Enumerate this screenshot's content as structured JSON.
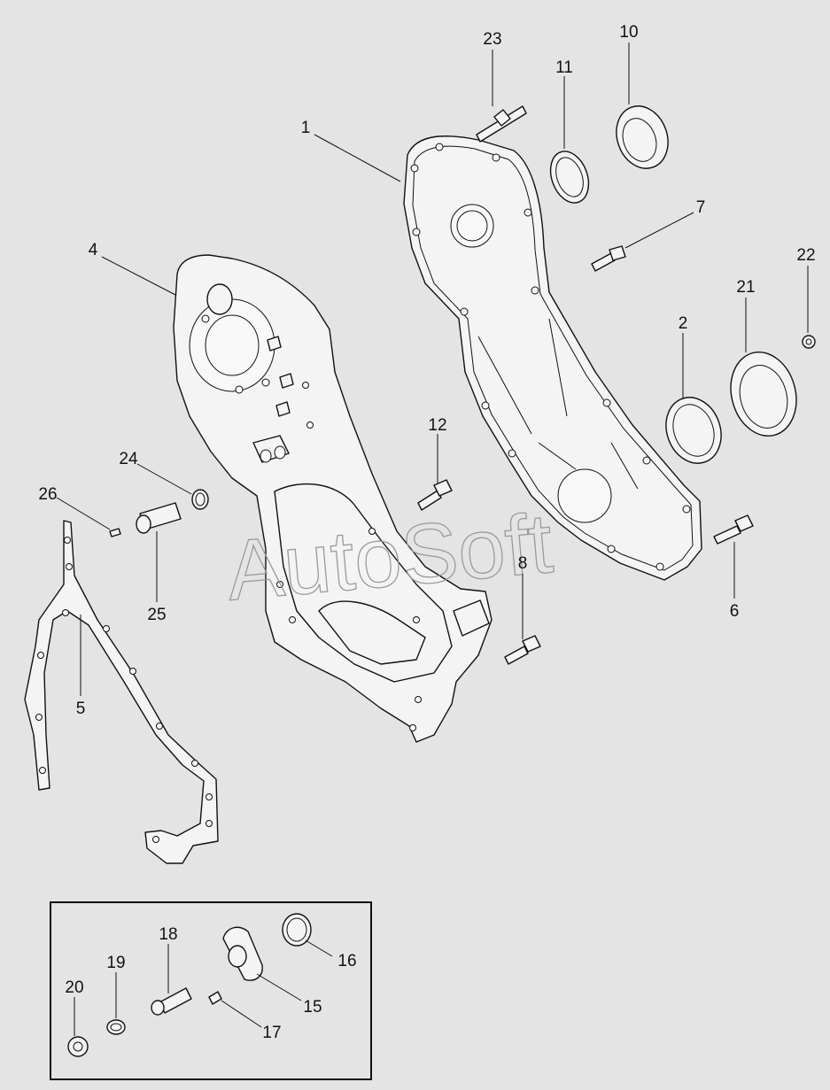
{
  "watermark": "AutoSoft",
  "callouts": [
    {
      "id": "p1",
      "text": "1"
    },
    {
      "id": "p2",
      "text": "2"
    },
    {
      "id": "p4",
      "text": "4"
    },
    {
      "id": "p5",
      "text": "5"
    },
    {
      "id": "p6",
      "text": "6"
    },
    {
      "id": "p7",
      "text": "7"
    },
    {
      "id": "p8",
      "text": "8"
    },
    {
      "id": "p10",
      "text": "10"
    },
    {
      "id": "p11",
      "text": "11"
    },
    {
      "id": "p12",
      "text": "12"
    },
    {
      "id": "p15",
      "text": "15"
    },
    {
      "id": "p16",
      "text": "16"
    },
    {
      "id": "p17",
      "text": "17"
    },
    {
      "id": "p18",
      "text": "18"
    },
    {
      "id": "p19",
      "text": "19"
    },
    {
      "id": "p20",
      "text": "20"
    },
    {
      "id": "p21",
      "text": "21"
    },
    {
      "id": "p22",
      "text": "22"
    },
    {
      "id": "p23",
      "text": "23"
    },
    {
      "id": "p24",
      "text": "24"
    },
    {
      "id": "p25",
      "text": "25"
    },
    {
      "id": "p26",
      "text": "26"
    }
  ]
}
